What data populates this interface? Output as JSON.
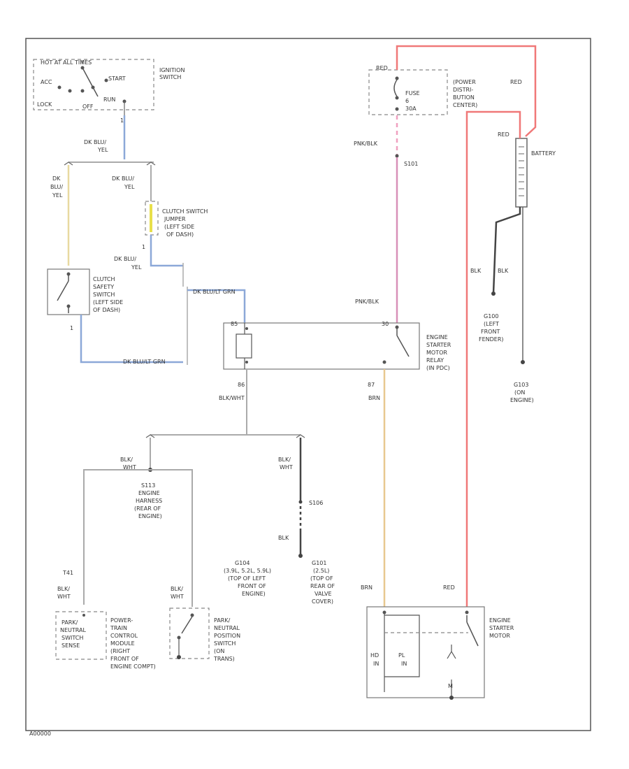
{
  "labels": {
    "hot_at_all_times": "HOT AT ALL TIMES",
    "ign_acc": "ACC",
    "ign_start": "START",
    "ign_lock": "LOCK",
    "ign_off": "OFF",
    "ign_run": "RUN",
    "ignition_switch_1": "IGNITION",
    "ignition_switch_2": "SWITCH",
    "w_dkblu_yel_1a": "DK BLU/",
    "w_dkblu_yel_1b": "YEL",
    "w_dkblu_yel_2a": "DK",
    "w_dkblu_yel_2b": "BLU/",
    "w_dkblu_yel_2c": "YEL",
    "w_dkblu_yel_3a": "DK BLU/",
    "w_dkblu_yel_3b": "YEL",
    "w_dkblu_yel_4a": "DK BLU/",
    "w_dkblu_yel_4b": "YEL",
    "w_dkblu_ltgrn_1": "DK BLU/LT GRN",
    "w_dkblu_ltgrn_2": "DK BLU/LT GRN",
    "clutch_jumper_1": "CLUTCH SWITCH",
    "clutch_jumper_2": "JUMPER",
    "clutch_jumper_3": "(LEFT SIDE",
    "clutch_jumper_4": "OF DASH)",
    "clutch_safety_1": "CLUTCH",
    "clutch_safety_2": "SAFETY",
    "clutch_safety_3": "SWITCH",
    "clutch_safety_4": "(LEFT SIDE",
    "clutch_safety_5": "OF DASH)",
    "pin_1a": "1",
    "pin_1b": "1",
    "pin_1c": "1",
    "red_1": "RED",
    "red_2": "RED",
    "red_3": "RED",
    "red_4": "RED",
    "fuse_1": "FUSE",
    "fuse_2": "6",
    "fuse_3": "30A",
    "pdc_1": "(POWER",
    "pdc_2": "DISTRI-",
    "pdc_3": "BUTION",
    "pdc_4": "CENTER)",
    "w_pnk_blk_1": "PNK/BLK",
    "w_pnk_blk_2": "PNK/BLK",
    "splice_s101": "S101",
    "battery": "BATTERY",
    "w_blk_1": "BLK",
    "w_blk_2": "BLK",
    "w_blk_3": "BLK",
    "g100_1": "G100",
    "g100_2": "(LEFT",
    "g100_3": "FRONT",
    "g100_4": "FENDER)",
    "g103_1": "G103",
    "g103_2": "(ON",
    "g103_3": "ENGINE)",
    "relay_1": "ENGINE",
    "relay_2": "STARTER",
    "relay_3": "MOTOR",
    "relay_4": "RELAY",
    "relay_5": "(IN PDC)",
    "pin_85": "85",
    "pin_86": "86",
    "pin_87": "87",
    "pin_30": "30",
    "wire_num_t41": "T41",
    "w_blk_wht_1": "BLK/WHT",
    "w_blk_wht_2a": "BLK/",
    "w_blk_wht_2b": "WHT",
    "w_blk_wht_3a": "BLK/",
    "w_blk_wht_3b": "WHT",
    "w_blk_wht_4a": "BLK/",
    "w_blk_wht_4b": "WHT",
    "w_blk_wht_5a": "BLK/",
    "w_blk_wht_5b": "WHT",
    "w_brn_1": "BRN",
    "w_brn_2": "BRN",
    "s113_1": "S113",
    "s113_2": "ENGINE",
    "s113_3": "HARNESS",
    "s113_4": "(REAR OF",
    "s113_5": "ENGINE)",
    "splice_s106": "S106",
    "g104_1": "G104",
    "g104_2": "(3.9L, 5.2L, 5.9L)",
    "g104_3": "(TOP OF LEFT",
    "g104_4": "FRONT OF",
    "g104_5": "ENGINE)",
    "g101_1": "G101",
    "g101_2": "(2.5L)",
    "g101_3": "(TOP OF",
    "g101_4": "REAR OF",
    "g101_5": "VALVE",
    "g101_6": "COVER)",
    "pcm_1": "POWER-",
    "pcm_2": "TRAIN",
    "pcm_3": "CONTROL",
    "pcm_4": "MODULE",
    "pcm_5": "(RIGHT",
    "pcm_6": "FRONT OF",
    "pcm_7": "ENGINE COMPT)",
    "pn_sense_1": "PARK/",
    "pn_sense_2": "NEUTRAL",
    "pn_sense_3": "SWITCH",
    "pn_sense_4": "SENSE",
    "pn_sw_1": "PARK/",
    "pn_sw_2": "NEUTRAL",
    "pn_sw_3": "POSITION",
    "pn_sw_4": "SWITCH",
    "pn_sw_5": "(ON",
    "pn_sw_6": "TRANS)",
    "starter_1": "ENGINE",
    "starter_2": "STARTER",
    "starter_3": "MOTOR",
    "st_hold_1": "HD",
    "st_hold_2": "IN",
    "st_pull_1": "PL",
    "st_pull_2": "IN",
    "st_m": "M",
    "code": "A00000"
  },
  "colors": {
    "red_wire": "#f07878",
    "pink_wire": "#d890b8",
    "blue_wire": "#8ca8d8",
    "yellow_wire": "#e8d9a0",
    "brown_wire": "#e8c890",
    "black_wire": "#444444",
    "gray_wire": "#aaaaaa"
  }
}
